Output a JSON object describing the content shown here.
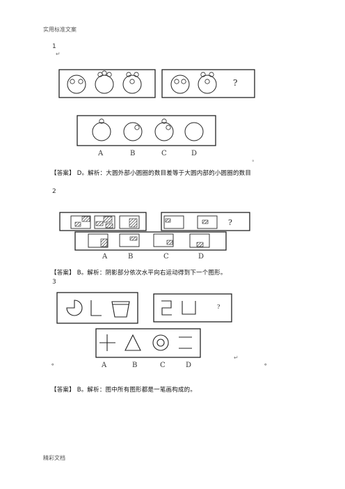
{
  "header": "实用标准文案",
  "footer": "精彩文档",
  "q1": {
    "number": "1",
    "question_mark": "?",
    "options": [
      "A",
      "B",
      "C",
      "D"
    ],
    "answer": "【答案】 D。解析：大圆外部小圆圈的数目差等于大圆内部的小圆圈的数目"
  },
  "q2": {
    "number": "2",
    "question_mark": "?",
    "options": [
      "A",
      "B",
      "C",
      "D"
    ],
    "answer": "【答案】 B。解析：阴影部分依次水平向右运动得到下一个图形。"
  },
  "q3": {
    "number": "3",
    "question_mark": "?",
    "options": [
      "A",
      "B",
      "C",
      "D"
    ],
    "answer": "【答案】 B。解析：图中所有图形都是一笔画构成的。"
  },
  "marks": {
    "return": "↵",
    "dot": "。"
  }
}
